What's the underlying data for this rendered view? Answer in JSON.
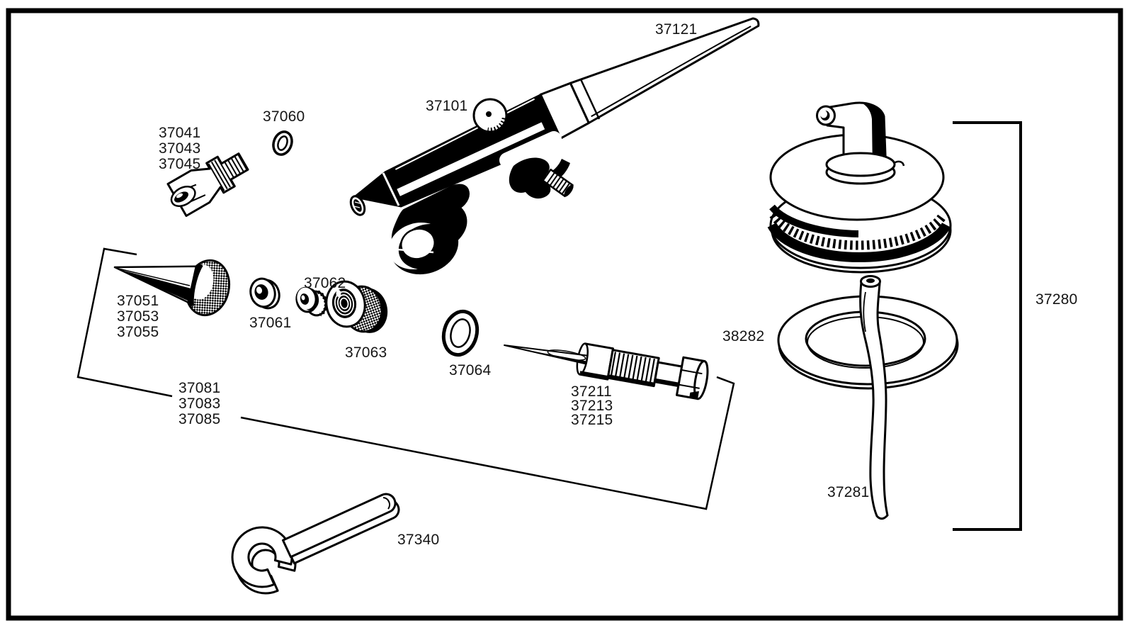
{
  "figure": {
    "kind": "exploded-parts-diagram",
    "background_color": "#ffffff",
    "ink_color": "#000000"
  },
  "labels": {
    "handle": "37121",
    "body": "37101",
    "head_oring": "37060",
    "air_cap": [
      "37041",
      "37043",
      "37045"
    ],
    "tip": [
      "37051",
      "37053",
      "37055"
    ],
    "washer": "37061",
    "small_nut": "37062",
    "knurled_nut": "37063",
    "mid_oring": "37064",
    "spray_regulator_group": [
      "37081",
      "37083",
      "37085"
    ],
    "needle": [
      "37211",
      "37213",
      "37215"
    ],
    "wrench": "37340",
    "gasket": "38282",
    "bottle_assembly": "37280",
    "siphon_tube": "37281"
  }
}
